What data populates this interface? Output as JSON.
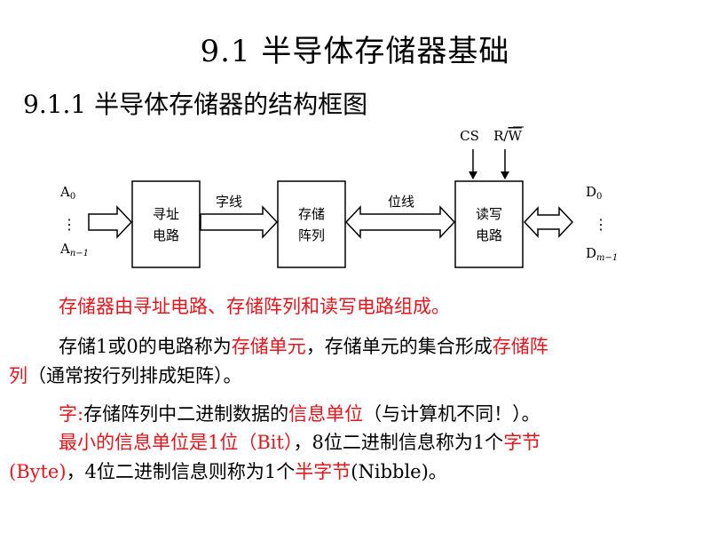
{
  "title": "9.1 半导体存储器基础",
  "subtitle": "9.1.1 半导体存储器的结构框图",
  "diagram": {
    "inputs": {
      "a0": "A",
      "a0_sub": "0",
      "dots": "⋮",
      "an": "A",
      "an_sub": "n−1"
    },
    "outputs": {
      "d0": "D",
      "d0_sub": "0",
      "dots": "⋮",
      "dm": "D",
      "dm_sub": "m−1"
    },
    "controls": {
      "cs": "CS",
      "rw_prefix": "R/",
      "rw_bar": "W"
    },
    "blocks": {
      "address": [
        "寻址",
        "电路"
      ],
      "array": [
        "存储",
        "阵列"
      ],
      "rw": [
        "读写",
        "电路"
      ]
    },
    "arrow_labels": {
      "word_line": "字线",
      "bit_line": "位线"
    }
  },
  "text": {
    "composition": "存储器由寻址电路、存储阵列和读写电路组成。",
    "p2": {
      "a": "存储1或0的电路称为",
      "b": "存储单元",
      "c": "，存储单元的集合形成",
      "d": "存储阵",
      "e": "列",
      "f": "（通常按行列排成矩阵）。"
    },
    "p3": {
      "a": "字:",
      "b": "存储阵列中二进制数据的",
      "c": "信息单位",
      "d": "（与计算机不同！）。"
    },
    "p4": {
      "a": "最小的信息单位是1位（Bit）",
      "b": "，8位二进制信息称为1个",
      "c": "字节",
      "d": "(Byte)",
      "e": "，4位二进制信息则称为1个",
      "f": "半字节",
      "g": "(Nibble)。"
    }
  },
  "colors": {
    "highlight": "#e8141c",
    "text": "#000000"
  }
}
